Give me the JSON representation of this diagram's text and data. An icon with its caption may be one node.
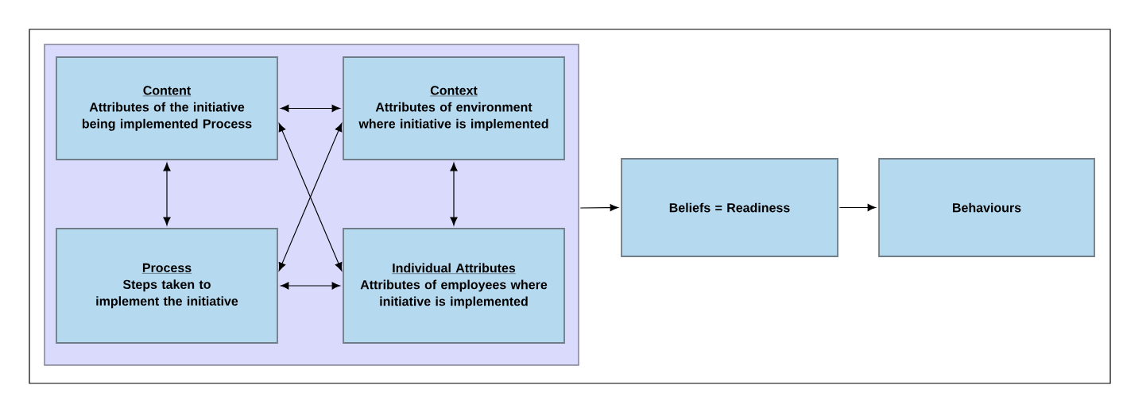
{
  "diagram": {
    "nodes": [
      {
        "text": [],
        "shape": "box"
      },
      {
        "text": [
          "Content",
          "Attributes of the initiative being implemented Process"
        ],
        "in": 0
      },
      {
        "text": [
          "Context",
          "Attributes of environment where initiative is implemented"
        ],
        "in": 0
      },
      {
        "text": [
          "Process",
          "Steps taken to implement the initiative"
        ],
        "in": 0
      },
      {
        "text": [
          "Individual Attributes",
          "Attributes of employees where initiative is implemented"
        ],
        "in": 0
      },
      {
        "text": [
          "Beliefs = Readiness"
        ]
      },
      {
        "text": [
          "Behaviours"
        ]
      }
    ],
    "edges": [
      {
        "from": 1,
        "to": 2,
        "arrow": "both"
      },
      {
        "from": 1,
        "to": 3,
        "arrow": "both"
      },
      {
        "from": 1,
        "to": 4,
        "arrow": "both"
      },
      {
        "from": 3,
        "to": 2,
        "arrow": "both"
      },
      {
        "from": 2,
        "to": 4,
        "arrow": "both"
      },
      {
        "from": 3,
        "to": 4,
        "arrow": "both"
      },
      {
        "from": 0,
        "to": 5,
        "arrow": "to"
      },
      {
        "from": 5,
        "to": 6,
        "arrow": "to"
      }
    ]
  }
}
